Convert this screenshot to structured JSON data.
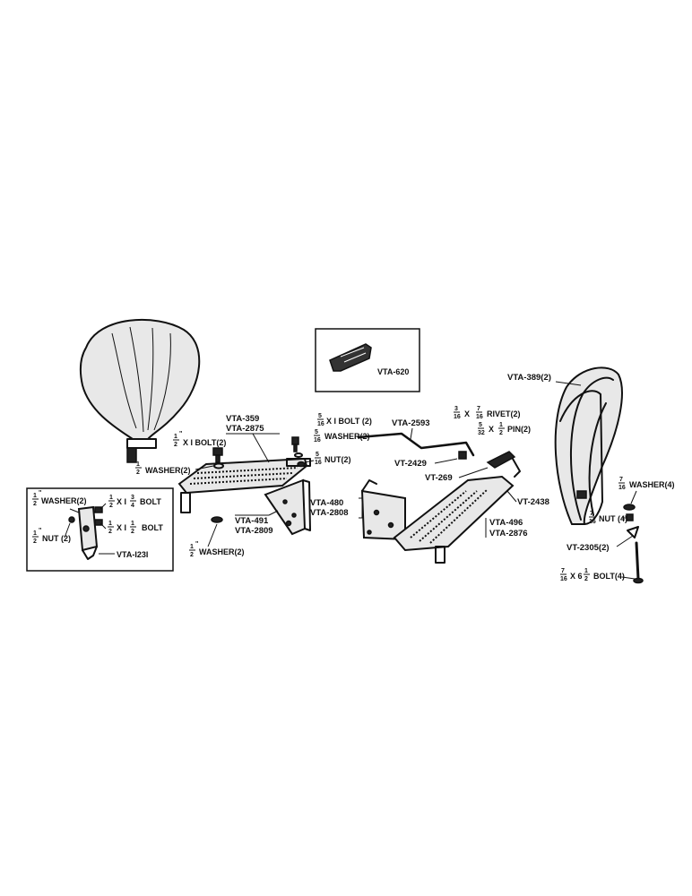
{
  "labels": {
    "vta620": "VTA-620",
    "vta389": "VTA-389(2)",
    "vta359": "VTA-359",
    "vta2875": "VTA-2875",
    "bolt_half_x1": "X I BOLT(2)",
    "washer_half_top": "WASHER(2)",
    "bolt_5_16": "X I BOLT (2)",
    "washer_5_16": "WASHER(2)",
    "nut_5_16": "NUT(2)",
    "vta2593": "VTA-2593",
    "rivet": "RIVET(2)",
    "pin": "PIN(2)",
    "vt2429": "VT-2429",
    "vt269": "VT-269",
    "vt2438": "VT-2438",
    "washer_7_16": "WASHER(4)",
    "nut_7_16": "NUT (4)",
    "vt2305": "VT-2305(2)",
    "bolt_7_16": "BOLT(4)",
    "vta491": "VTA-491",
    "vta2809": "VTA-2809",
    "washer_half_bottom": "WASHER(2)",
    "vta480": "VTA-480",
    "vta2808": "VTA-2808",
    "vta496": "VTA-496",
    "vta2876": "VTA-2876",
    "inset_washer": "WASHER(2)",
    "inset_bolt_34": "BOLT",
    "inset_bolt_112": "BOLT",
    "inset_nut": "NUT (2)",
    "vta1231": "VTA-I23I"
  }
}
